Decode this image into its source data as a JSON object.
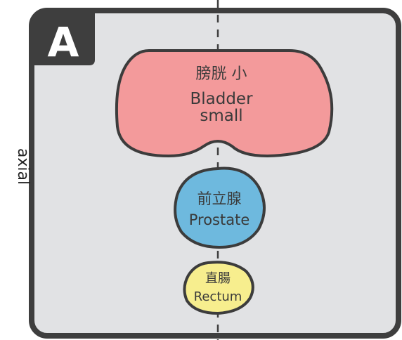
{
  "panel": {
    "letter": "A",
    "orientation_label": "axial"
  },
  "organs": {
    "bladder": {
      "label_jp": "膀胱 小",
      "label_en_1": "Bladder",
      "label_en_2": "small"
    },
    "prostate": {
      "label_jp": "前立腺",
      "label_en": "Prostate"
    },
    "rectum": {
      "label_jp": "直腸",
      "label_en": "Rectum"
    }
  },
  "colors": {
    "panel_background": "#e1e2e4",
    "frame": "#3e3e3e",
    "bladder_fill": "#f39a9b",
    "prostate_fill": "#6eb9de",
    "rectum_fill": "#f7ee8e",
    "organ_outline": "#3c3c3c",
    "text_dark": "#3a3a3a"
  }
}
